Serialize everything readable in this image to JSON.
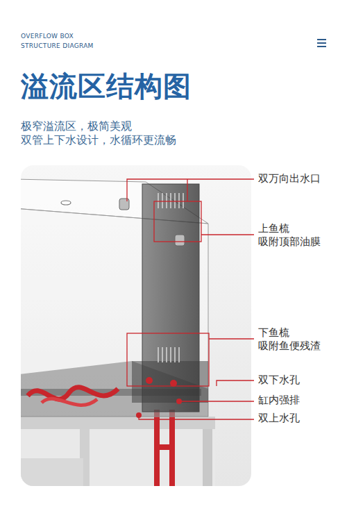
{
  "diagram": {
    "title": "溢流区结构图",
    "labels": [
      "OVERFLOW BOX",
      "STRUCTURE DIAGRAM",
      "极窄溢流区，极简美观",
      "双管上下水设计，水循环更流畅",
      "双万向出水口",
      "上鱼梳",
      "吸附顶部油膜",
      "下鱼梳",
      "吸附鱼便残渣",
      "双下水孔",
      "缸内强排",
      "双上水孔"
    ]
  }
}
